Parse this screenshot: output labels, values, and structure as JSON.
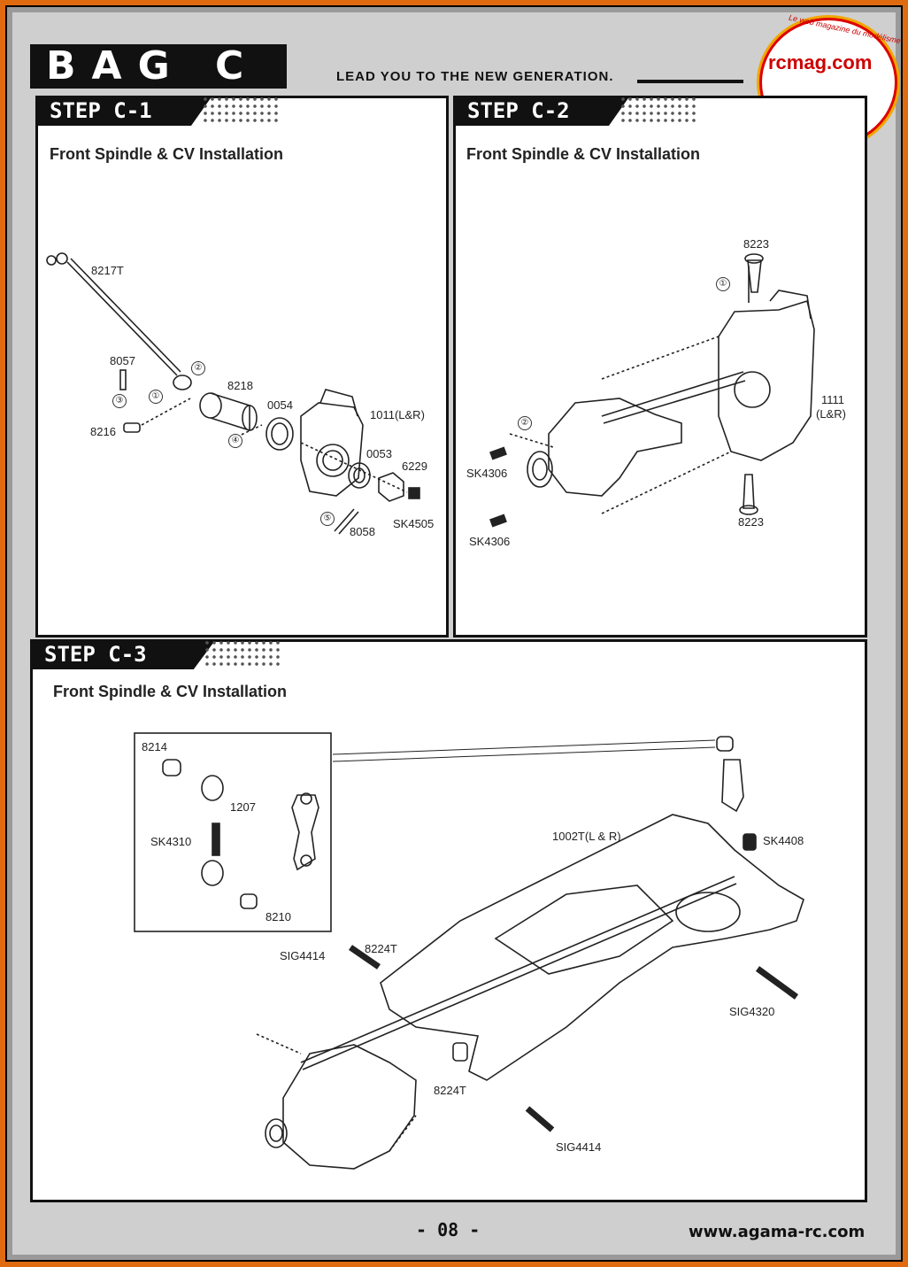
{
  "header": {
    "bag_title": "BAG C",
    "tagline": "LEAD YOU TO THE NEW GENERATION."
  },
  "watermark": {
    "site": "rcmag.com",
    "subtitle": "Le web magazine du modélisme"
  },
  "steps": [
    {
      "tab": "STEP C-1",
      "title": "Front Spindle & CV Installation",
      "parts": [
        "8217T",
        "8057",
        "8216",
        "8218",
        "0054",
        "1011(L&R)",
        "0053",
        "6229",
        "8058",
        "SK4505"
      ],
      "callouts": [
        "①",
        "②",
        "③",
        "④",
        "⑤"
      ]
    },
    {
      "tab": "STEP C-2",
      "title": "Front Spindle & CV Installation",
      "parts": [
        "8223",
        "1111",
        "(L&R)",
        "SK4306",
        "SK4306",
        "8223"
      ],
      "callouts": [
        "①",
        "②"
      ]
    },
    {
      "tab": "STEP C-3",
      "title": "Front Spindle & CV Installation",
      "parts": [
        "8214",
        "1207",
        "SK4310",
        "8210",
        "1002T(L & R)",
        "SK4408",
        "SIG4414",
        "8224T",
        "SIG4320",
        "8224T",
        "SIG4414"
      ]
    }
  ],
  "footer": {
    "page_number": "- 08 -",
    "website": "www.agama-rc.com"
  }
}
